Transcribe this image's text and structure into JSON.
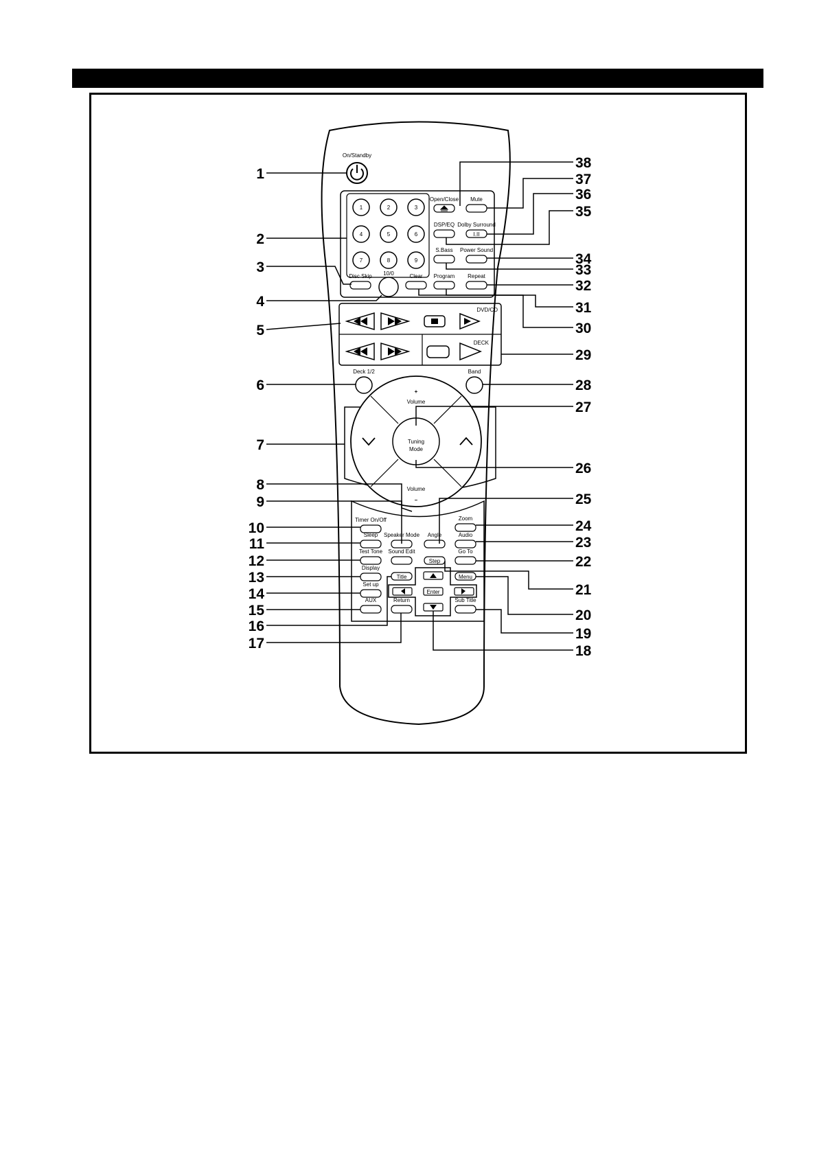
{
  "remote": {
    "on_standby": "On/Standby",
    "keypad": [
      "1",
      "2",
      "3",
      "4",
      "5",
      "6",
      "7",
      "8",
      "9"
    ],
    "disc_skip": "Disc Skip",
    "ten_zero": "10/0",
    "clear": "Clear",
    "program": "Program",
    "repeat": "Repeat",
    "open_close": "Open/Close",
    "mute": "Mute",
    "dsp_eq": "DSP/EQ",
    "dolby_surround": "Dolby Surround",
    "dolby_symbol": "I.II",
    "s_bass": "S.Bass",
    "power_sound": "Power Sound",
    "dvd_cd": "DVD/CD",
    "deck": "DECK",
    "deck_12": "Deck 1/2",
    "band": "Band",
    "volume_plus": "+",
    "volume_top": "Volume",
    "volume_bottom": "Volume",
    "volume_minus": "–",
    "tuning": "Tuning",
    "mode": "Mode",
    "timer_on_off": "Timer On/Off",
    "sleep": "Sleep",
    "speaker_mode": "Speaker Mode",
    "angle": "Angle",
    "zoom": "Zoom",
    "audio": "Audio",
    "test_tone": "Test Tone",
    "sound_edit": "Sound Edit",
    "step": "Step",
    "go_to": "Go To",
    "display": "Display",
    "title": "Title",
    "menu": "Menu",
    "set_up": "Set up",
    "enter": "Enter",
    "aux": "AUX",
    "return": "Return",
    "sub_title": "Sub Title"
  },
  "callouts_left": [
    "1",
    "2",
    "3",
    "4",
    "5",
    "6",
    "7",
    "8",
    "9",
    "10",
    "11",
    "12",
    "13",
    "14",
    "15",
    "16",
    "17"
  ],
  "callouts_right": [
    "38",
    "37",
    "36",
    "35",
    "34",
    "33",
    "32",
    "31",
    "30",
    "29",
    "28",
    "27",
    "26",
    "25",
    "24",
    "23",
    "22",
    "21",
    "20",
    "19",
    "18"
  ]
}
